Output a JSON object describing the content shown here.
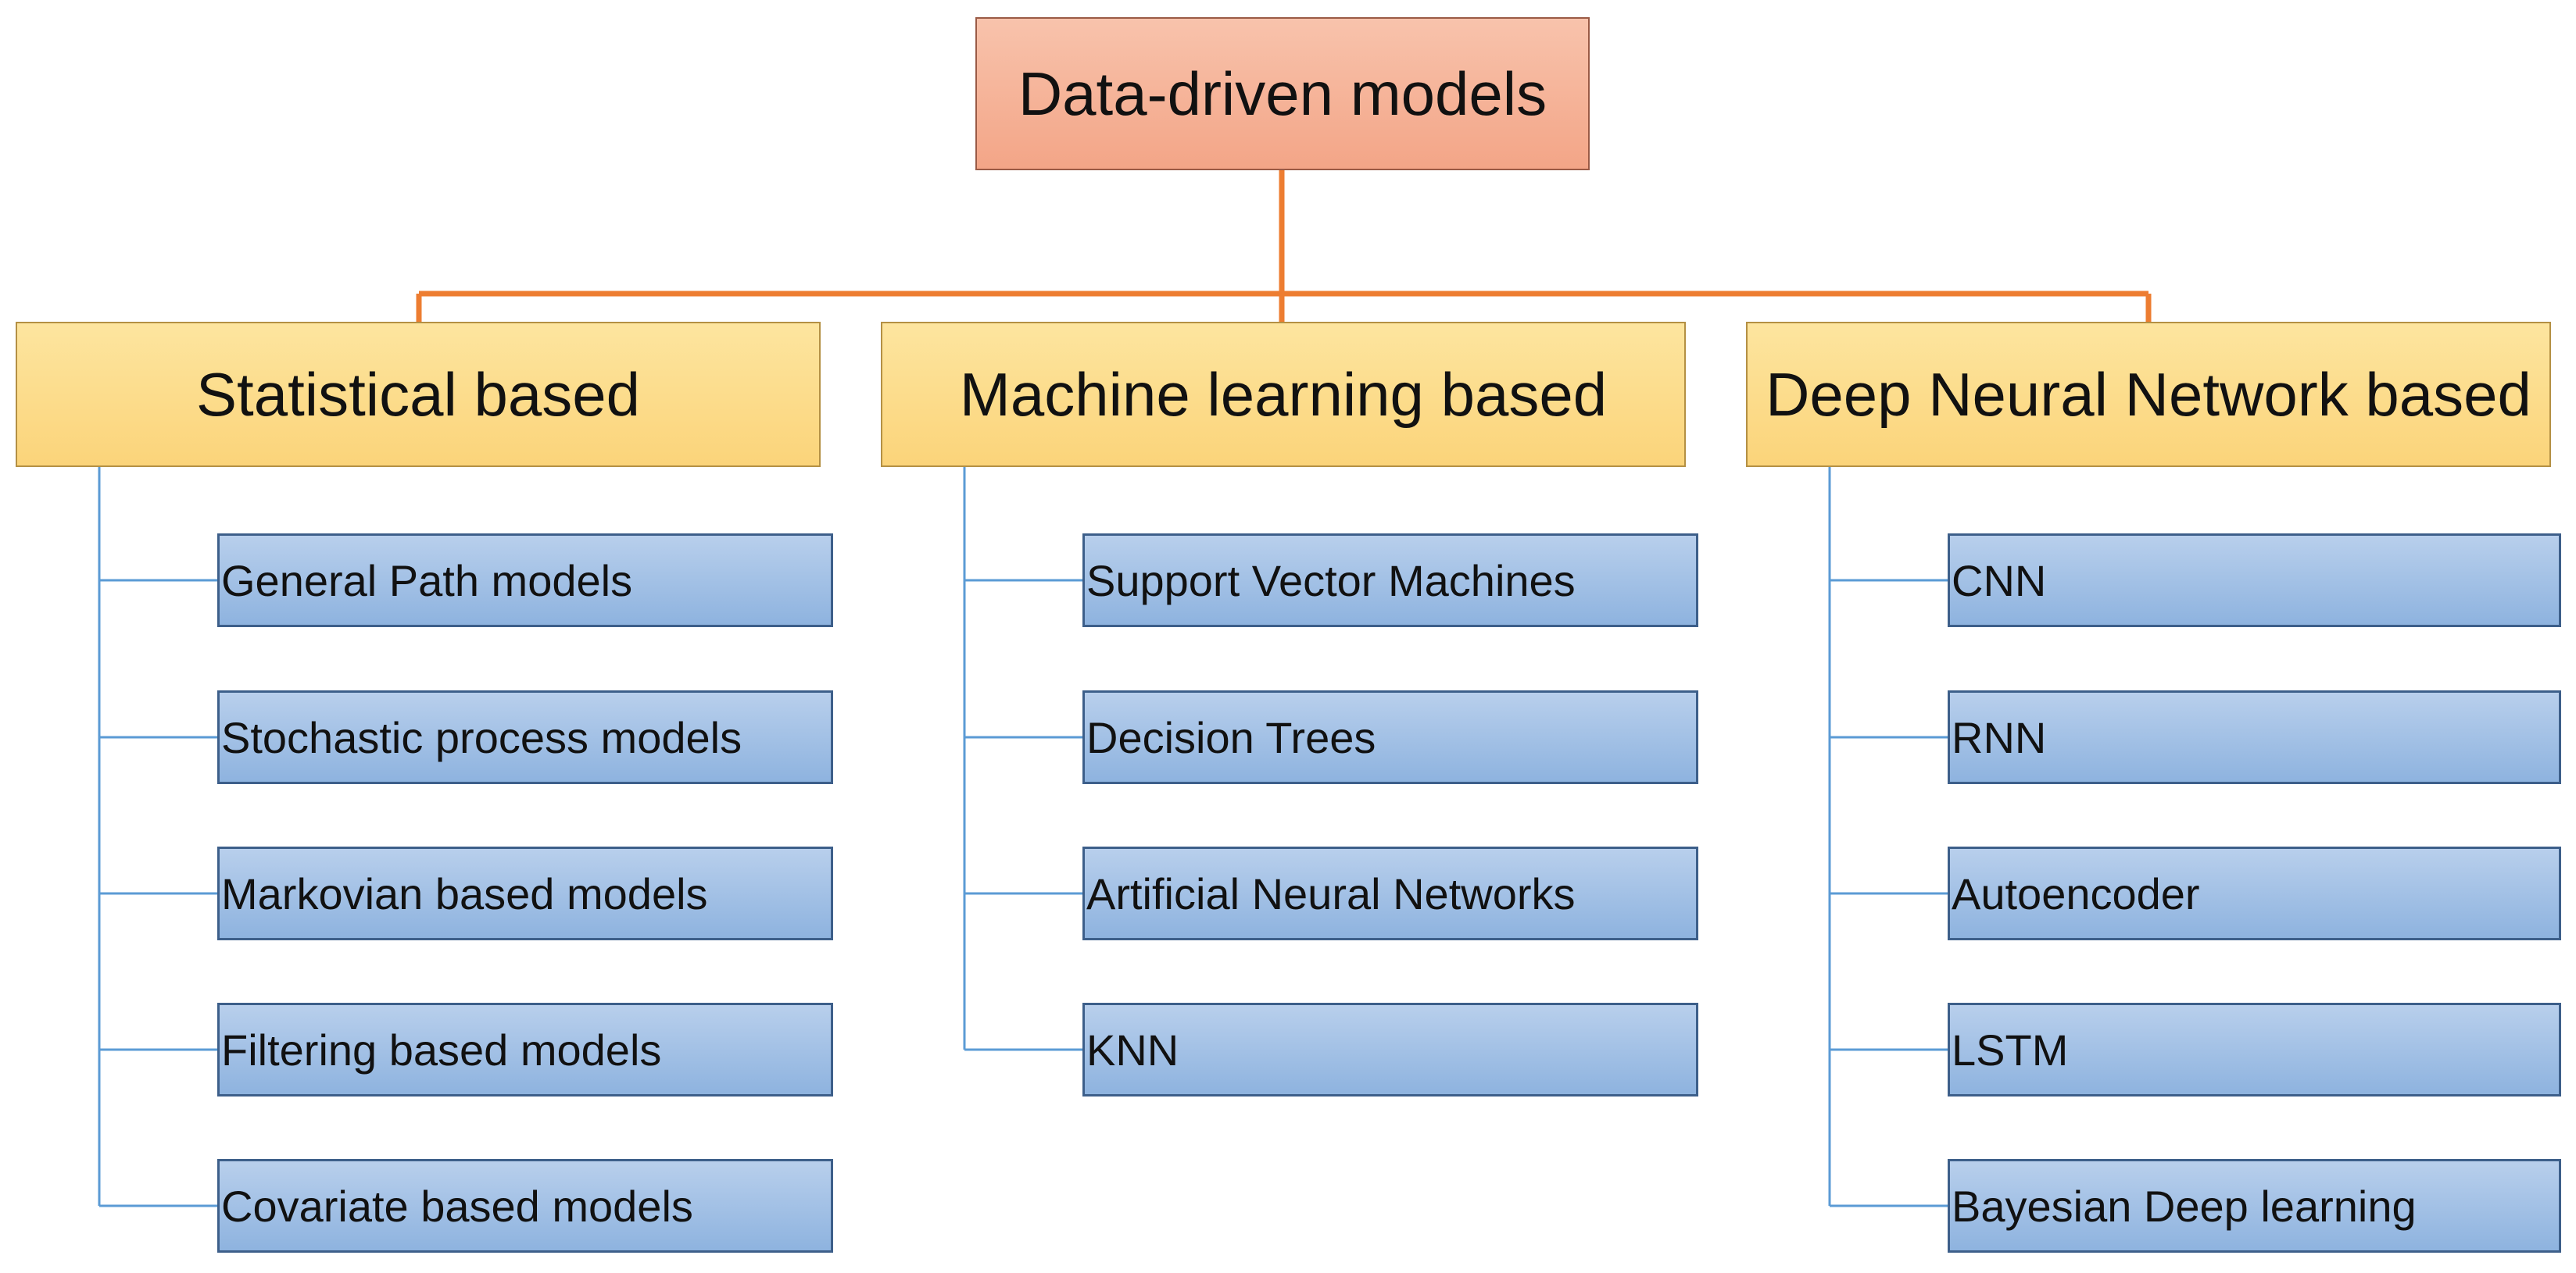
{
  "root": {
    "label": "Data-driven models"
  },
  "colors": {
    "root_connector": "#ed7d31",
    "branch_connector": "#5b9bd5"
  },
  "categories": [
    {
      "label": "Statistical based",
      "items": [
        "General Path models",
        "Stochastic process models",
        "Markovian based models",
        "Filtering based models",
        "Covariate based models"
      ]
    },
    {
      "label": "Machine learning based",
      "items": [
        "Support Vector Machines",
        "Decision Trees",
        "Artificial Neural Networks",
        "KNN"
      ]
    },
    {
      "label": "Deep Neural Network based",
      "items": [
        "CNN",
        "RNN",
        "Autoencoder",
        "LSTM",
        "Bayesian Deep learning"
      ]
    }
  ]
}
